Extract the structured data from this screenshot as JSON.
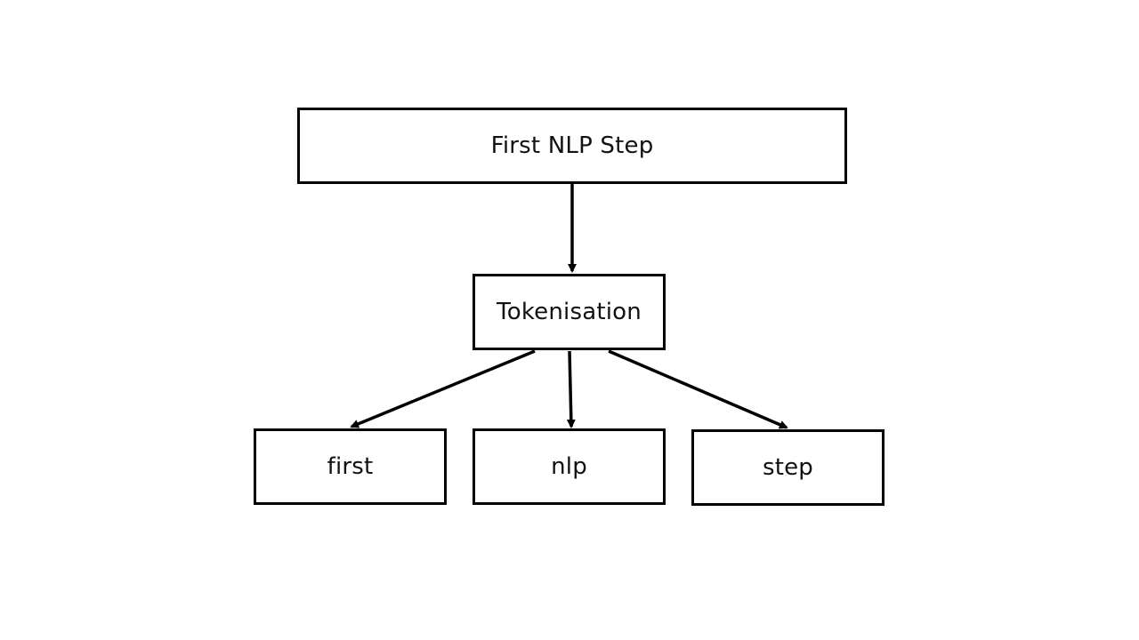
{
  "diagram": {
    "nodes": {
      "root": {
        "label": "First NLP Step"
      },
      "tokenisation": {
        "label": "Tokenisation"
      },
      "first": {
        "label": "first"
      },
      "nlp": {
        "label": "nlp"
      },
      "step": {
        "label": "step"
      }
    },
    "edges": [
      {
        "from": "root",
        "to": "tokenisation"
      },
      {
        "from": "tokenisation",
        "to": "first"
      },
      {
        "from": "tokenisation",
        "to": "nlp"
      },
      {
        "from": "tokenisation",
        "to": "step"
      }
    ],
    "colors": {
      "stroke": "#000000",
      "background": "#ffffff",
      "text": "#111111"
    }
  }
}
